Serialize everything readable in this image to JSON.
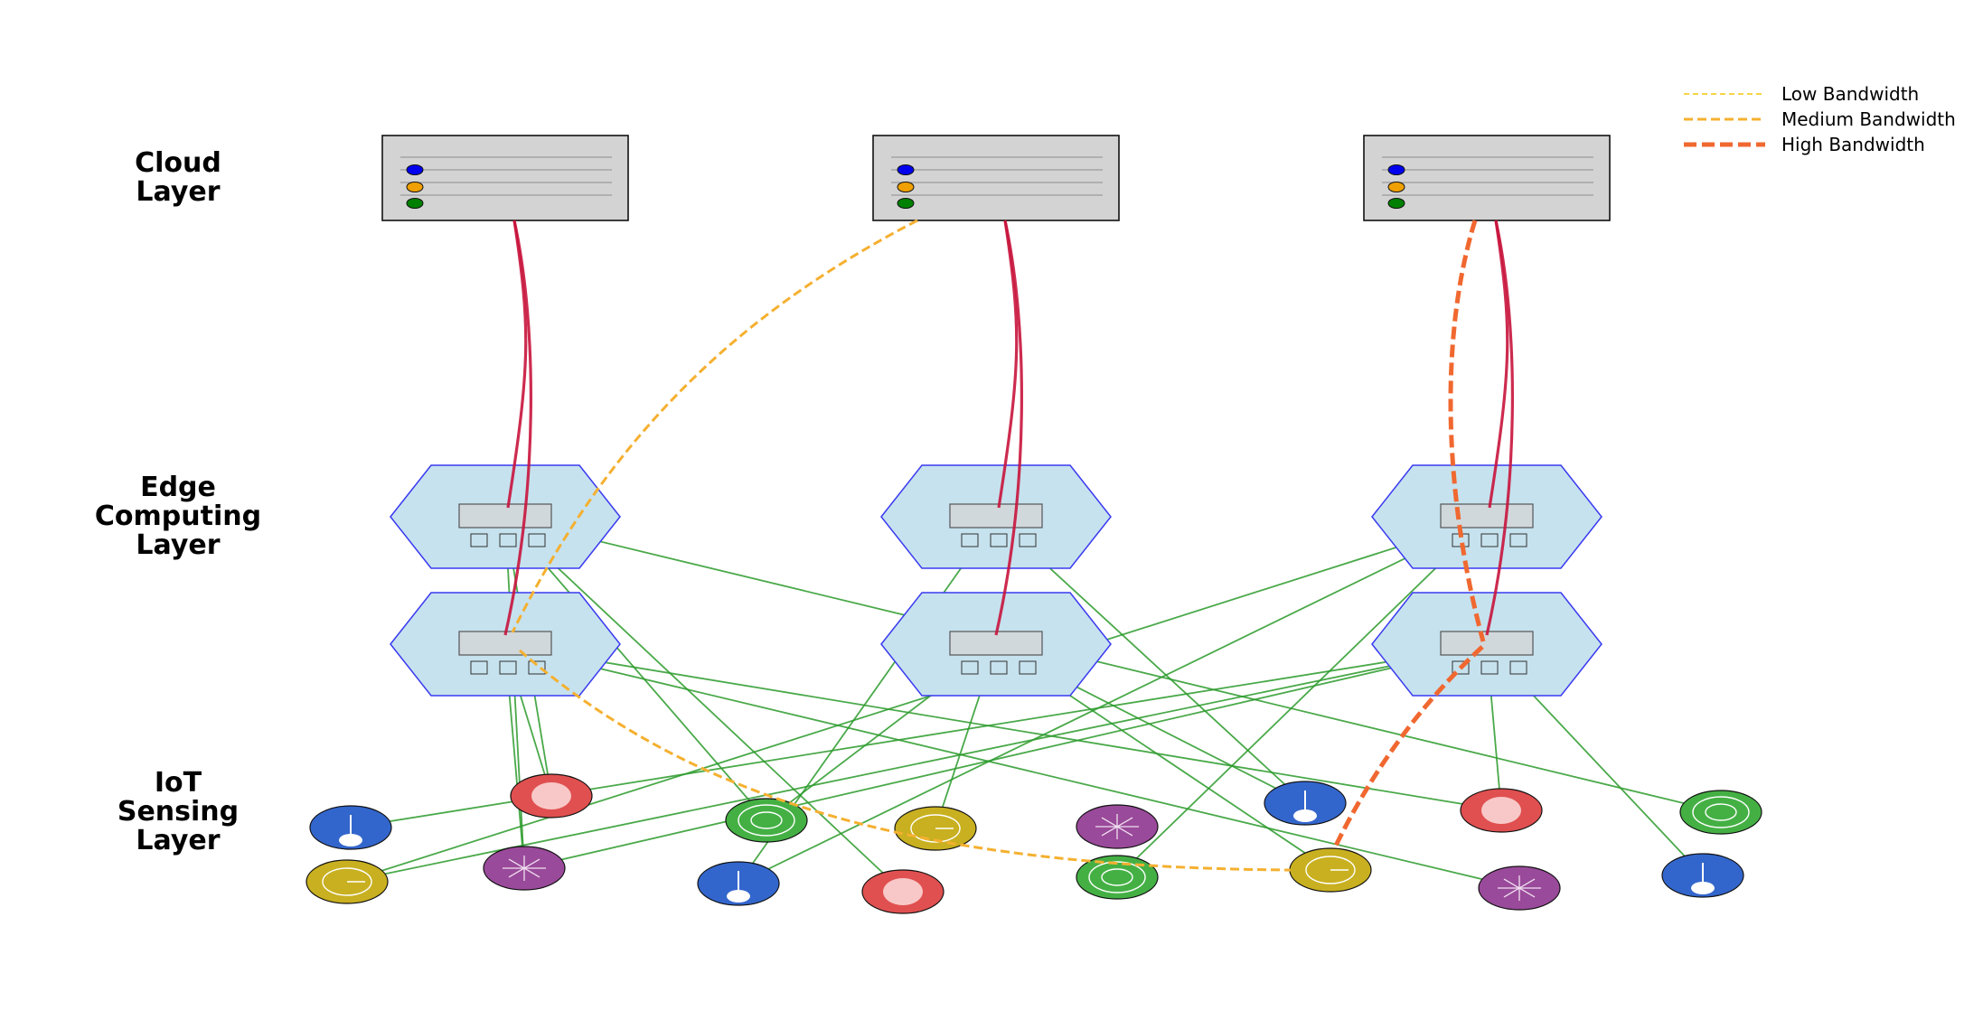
{
  "layers": {
    "cloud": [
      "Cloud",
      "Layer"
    ],
    "edge": [
      "Edge",
      "Computing",
      "Layer"
    ],
    "iot": [
      "IoT",
      "Sensing",
      "Layer"
    ]
  },
  "legend": [
    {
      "label": "Low Bandwidth",
      "color": "#f5d547"
    },
    {
      "label": "Medium Bandwidth",
      "color": "#f5b030"
    },
    {
      "label": "High Bandwidth",
      "color": "#f06830"
    }
  ],
  "colors": {
    "server_fill": "#d3d3d3",
    "edge_fill": "#c6e2ee",
    "edge_stroke": "#3a3af0",
    "backbone": "#c8143c",
    "iot_link": "#2a9a2a",
    "led": [
      "#0000ee",
      "#f0a000",
      "#008000"
    ],
    "device_colors": {
      "blue": "#3366cc",
      "red": "#e05050",
      "green": "#44b044",
      "yellow": "#c8b020",
      "purple": "#9a4a9a"
    }
  },
  "servers": [
    {
      "name": "cloud-server-1"
    },
    {
      "name": "cloud-server-2"
    },
    {
      "name": "cloud-server-3"
    }
  ],
  "edge_nodes": [
    {
      "name": "edge-node-1"
    },
    {
      "name": "edge-node-2"
    },
    {
      "name": "edge-node-3"
    },
    {
      "name": "edge-node-4"
    },
    {
      "name": "edge-node-5"
    },
    {
      "name": "edge-node-6"
    }
  ],
  "devices": [
    {
      "type": "red-light"
    },
    {
      "type": "blue-thermo"
    },
    {
      "type": "purple-star"
    },
    {
      "type": "yellow-meter"
    },
    {
      "type": "green-radar"
    },
    {
      "type": "blue-thermo"
    },
    {
      "type": "yellow-meter"
    },
    {
      "type": "red-light"
    },
    {
      "type": "purple-star"
    },
    {
      "type": "green-radar"
    },
    {
      "type": "blue-thermo"
    },
    {
      "type": "yellow-meter"
    },
    {
      "type": "red-light"
    },
    {
      "type": "purple-star"
    },
    {
      "type": "green-radar"
    },
    {
      "type": "blue-thermo"
    }
  ],
  "backbone_links": [
    {
      "from": "cloud-server-1",
      "to": "edge-node-1"
    },
    {
      "from": "cloud-server-1",
      "to": "edge-node-4"
    },
    {
      "from": "cloud-server-2",
      "to": "edge-node-2"
    },
    {
      "from": "cloud-server-2",
      "to": "edge-node-5"
    },
    {
      "from": "cloud-server-3",
      "to": "edge-node-3"
    },
    {
      "from": "cloud-server-3",
      "to": "edge-node-6"
    }
  ],
  "bandwidth_links": [
    {
      "from": "cloud-server-2",
      "to": "edge-node-4",
      "bandwidth": "Medium Bandwidth"
    },
    {
      "from": "edge-node-4",
      "to": "device-12",
      "bandwidth": "Medium Bandwidth"
    },
    {
      "from": "cloud-server-3",
      "to": "edge-node-6",
      "bandwidth": "High Bandwidth"
    },
    {
      "from": "edge-node-6",
      "to": "device-12",
      "bandwidth": "High Bandwidth"
    }
  ],
  "iot_links": [
    [
      1,
      1
    ],
    [
      1,
      8
    ],
    [
      1,
      3
    ],
    [
      1,
      5
    ],
    [
      1,
      15
    ],
    [
      2,
      6
    ],
    [
      2,
      11
    ],
    [
      3,
      10
    ],
    [
      3,
      4
    ],
    [
      3,
      6
    ],
    [
      4,
      1
    ],
    [
      4,
      3
    ],
    [
      4,
      13
    ],
    [
      4,
      14
    ],
    [
      5,
      5
    ],
    [
      5,
      7
    ],
    [
      5,
      12
    ],
    [
      5,
      11
    ],
    [
      6,
      4
    ],
    [
      6,
      3
    ],
    [
      6,
      2
    ],
    [
      6,
      13
    ],
    [
      6,
      16
    ]
  ]
}
